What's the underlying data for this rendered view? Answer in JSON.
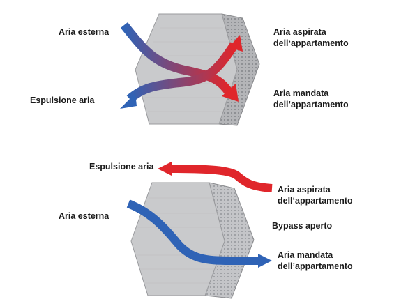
{
  "diagrams": [
    {
      "mode": "heat-recovery",
      "labels": {
        "outdoor_air": "Aria esterna",
        "exhaust_air": "Espulsione aria",
        "extract_air": [
          "Aria aspirata",
          "dell‘appartamento"
        ],
        "supply_air": [
          "Aria mandata",
          "dell’appartamento"
        ]
      }
    },
    {
      "mode": "bypass",
      "labels": {
        "exhaust_air": "Espulsione aria",
        "extract_air": [
          "Aria aspirata",
          "dell‘appartamento"
        ],
        "outdoor_air": "Aria esterna",
        "status": "Bypass aperto",
        "supply_air": [
          "Aria mandata",
          "dell’appartamento"
        ]
      }
    }
  ],
  "colors": {
    "cold_air": "#2f63b6",
    "warm_air": "#e0262b",
    "exchanger_face": "#c9cacc",
    "exchanger_side": "#b4b5b8",
    "exchanger_top": "#dcdddf",
    "text": "#1a1a1a"
  }
}
